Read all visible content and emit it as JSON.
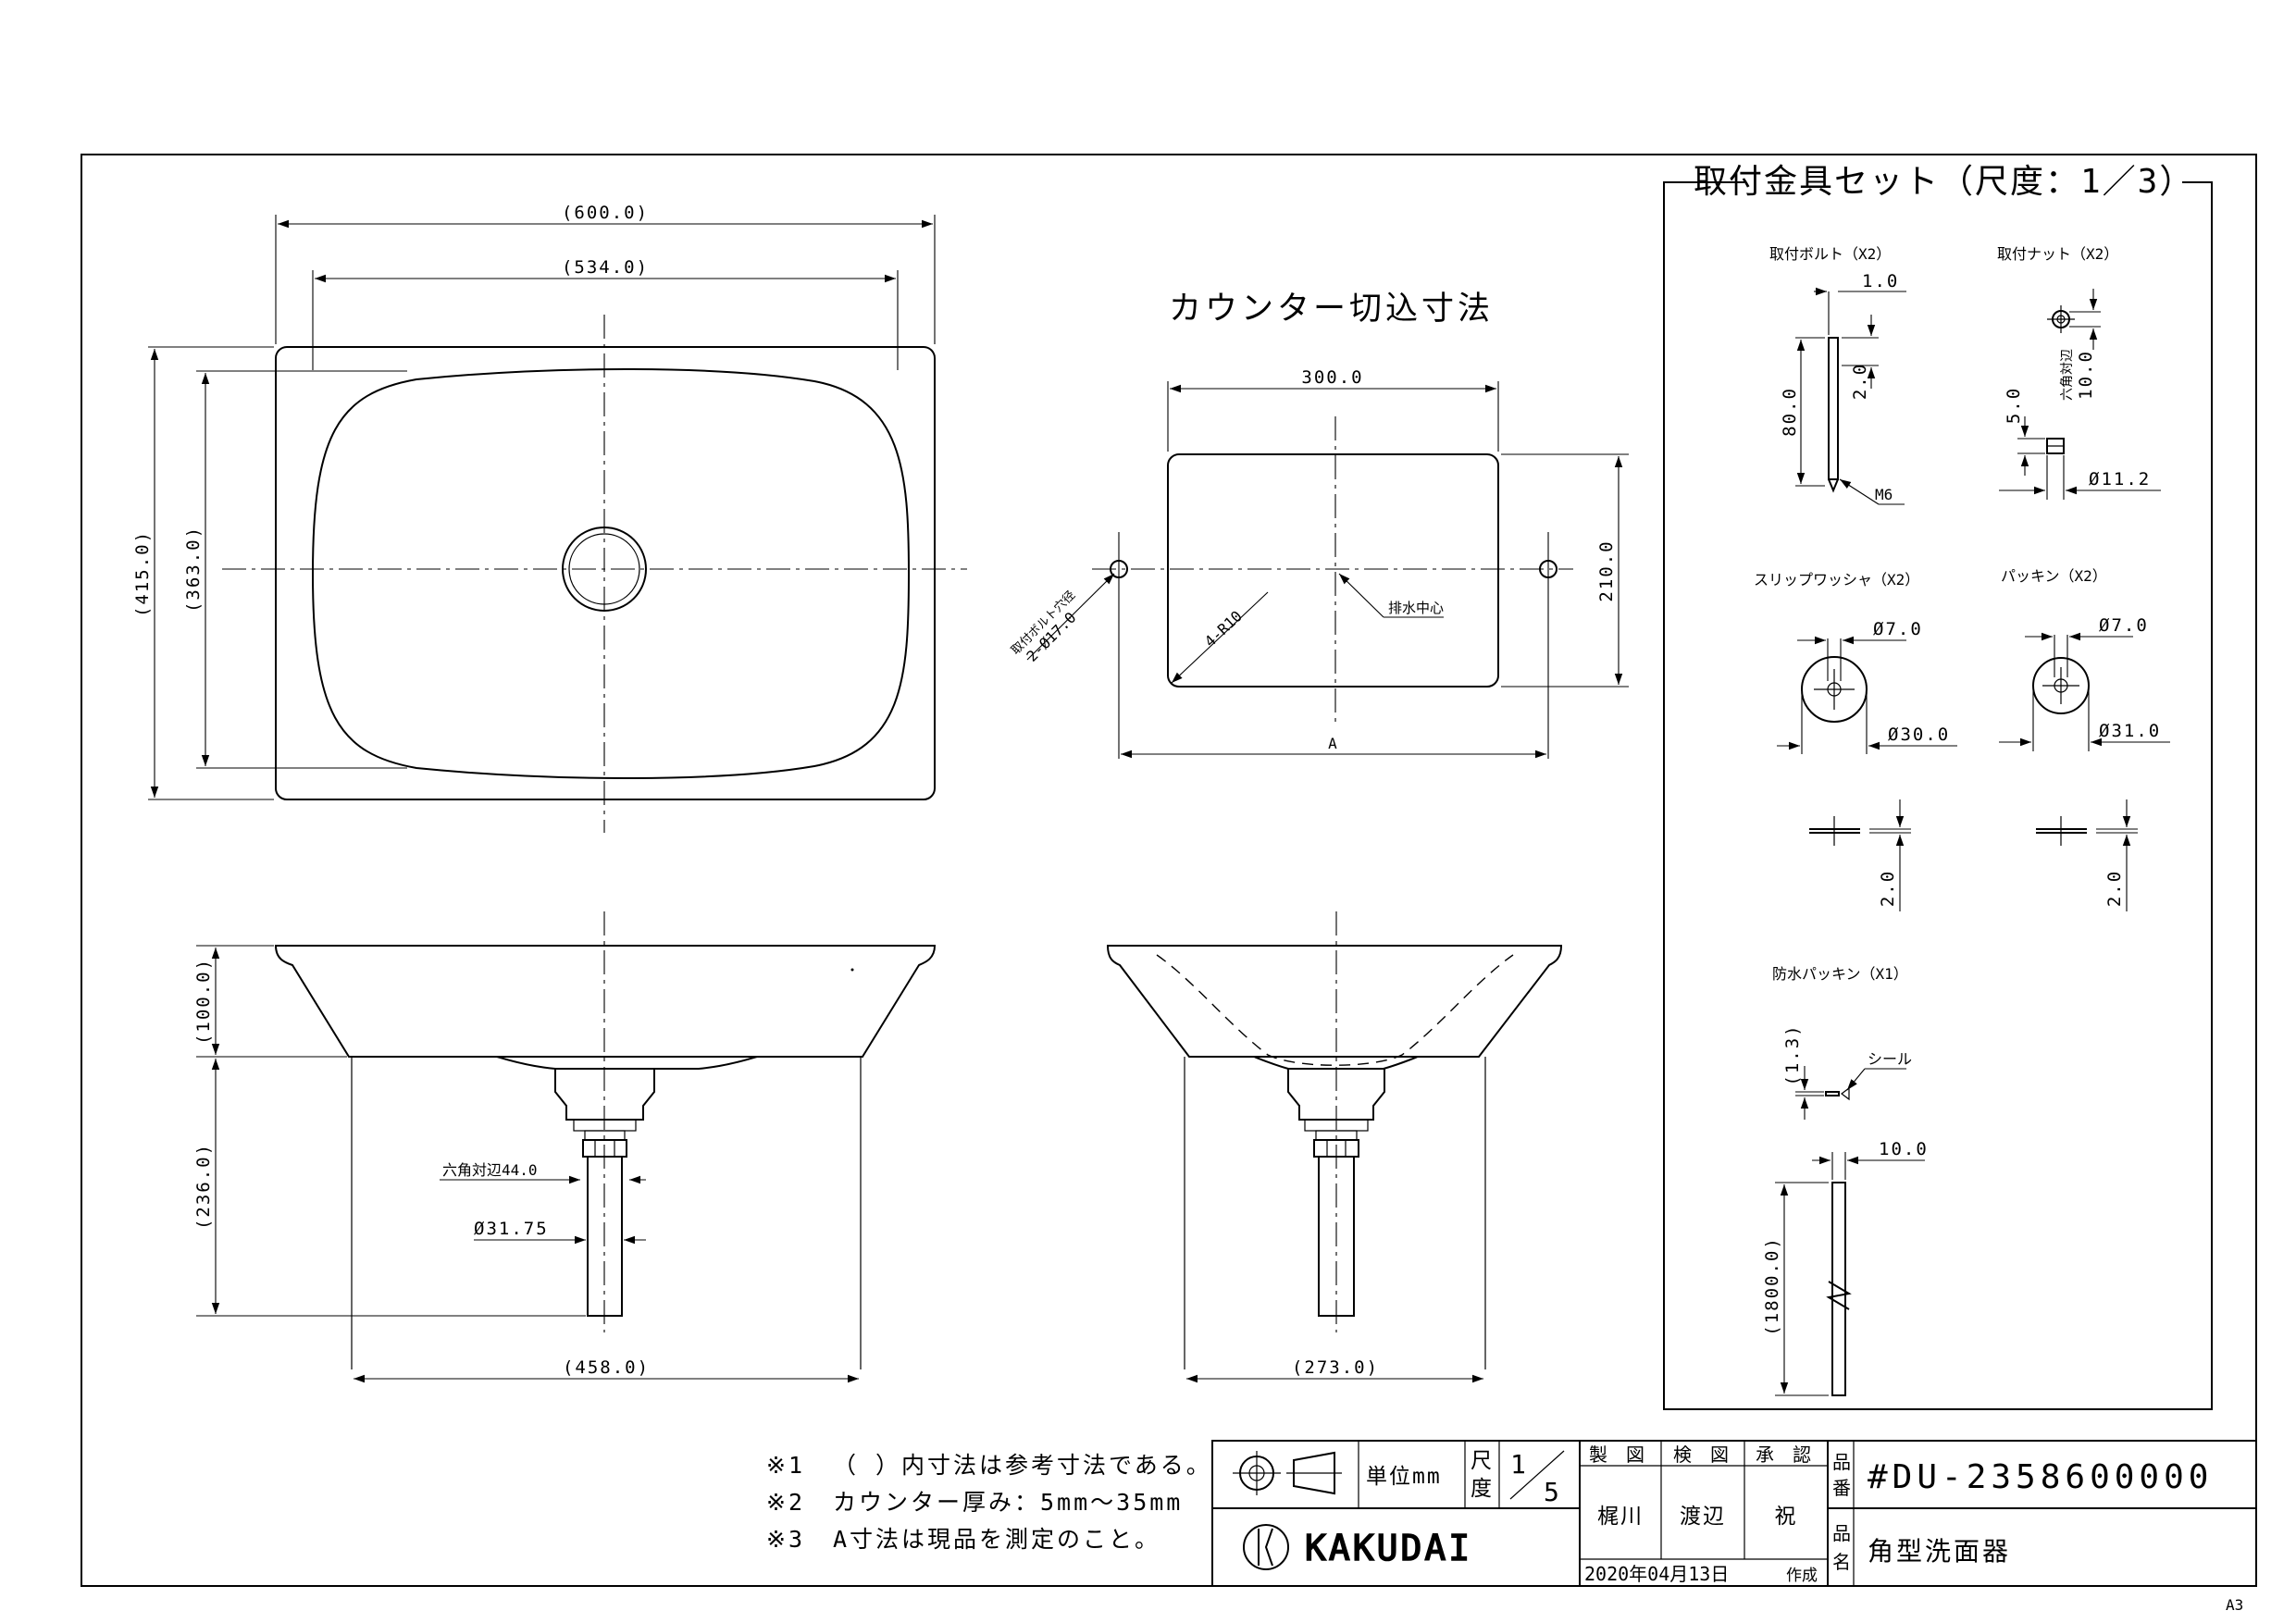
{
  "sheet_size": "A3",
  "views": {
    "top": {
      "width_overall": "(600.0)",
      "width_bowl": "(534.0)",
      "depth_overall": "(415.0)",
      "depth_bowl": "(363.0)"
    },
    "front": {
      "height_bowl": "(100.0)",
      "height_below": "(236.0)",
      "hex_label": "六角対辺44.0",
      "pipe_dia": "Ø31.75",
      "bottom_width": "(458.0)"
    },
    "side": {
      "bottom_width": "(273.0)"
    }
  },
  "counter": {
    "title": "カウンター切込寸法",
    "width": "300.0",
    "height": "210.0",
    "corner": "4-R10",
    "bolt_hole_line1": "取付ボルト穴径",
    "bolt_hole_line2": "2-Ø17.0",
    "drain_center": "排水中心",
    "dim_a": "A"
  },
  "fittings": {
    "title": "取付金具セット（尺度：1／3）",
    "bolt": {
      "label": "取付ボルト（X2）",
      "d1": "1.0",
      "d2": "2.0",
      "d3": "80.0",
      "thread": "M6"
    },
    "nut": {
      "label": "取付ナット（X2）",
      "hex": "六角対辺",
      "d1": "10.0",
      "d2": "5.0",
      "d3": "Ø11.2"
    },
    "washer": {
      "label": "スリップワッシャ（X2）",
      "d1": "Ø7.0",
      "d2": "Ø30.0",
      "t": "2.0"
    },
    "packing": {
      "label": "パッキン（X2）",
      "d1": "Ø7.0",
      "d2": "Ø31.0",
      "t": "2.0"
    },
    "waterproof": {
      "label": "防水パッキン（X1）",
      "seal": "シール",
      "t": "(1.3)",
      "w": "10.0",
      "len": "(1800.0)"
    }
  },
  "notes": [
    {
      "mark": "※1",
      "text": "（ ）内寸法は参考寸法である。"
    },
    {
      "mark": "※2",
      "text": "カウンター厚み：5mm～35mm"
    },
    {
      "mark": "※3",
      "text": "A寸法は現品を測定のこと。"
    }
  ],
  "title_block": {
    "unit_label": "単位mm",
    "scale_label_1": "尺",
    "scale_label_2": "度",
    "scale_num": "1",
    "scale_den": "5",
    "drawn_h": "製　図",
    "checked_h": "検　図",
    "approved_h": "承　認",
    "drawn": "梶川",
    "checked": "渡辺",
    "approved": "祝",
    "date": "2020年04月13日",
    "date_suffix": "作成",
    "pn_label_1": "品",
    "pn_label_2": "番",
    "name_label_1": "品",
    "name_label_2": "名",
    "part_number": "#DU-2358600000",
    "part_name": "角型洗面器",
    "logo": "KAKUDAI"
  }
}
